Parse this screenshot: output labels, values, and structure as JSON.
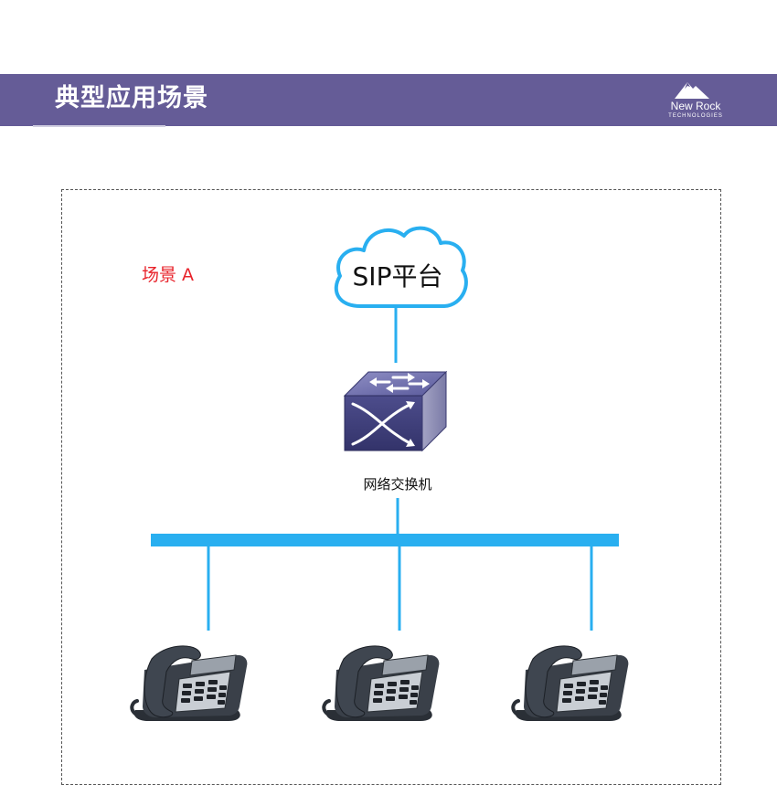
{
  "header": {
    "title": "典型应用场景",
    "logo": {
      "name": "New Rock",
      "subtitle": "TECHNOLOGIES"
    }
  },
  "diagram": {
    "scenario_label": "场景 A",
    "cloud_label": "SIP平台",
    "switch_label": "网络交换机",
    "colors": {
      "line": "#29aff0",
      "header": "#655c97",
      "scenario": "#e8232b",
      "cloud_stroke": "#29aff0"
    },
    "phones": [
      {
        "id": "phone-1",
        "icon": "ip-phone-icon"
      },
      {
        "id": "phone-2",
        "icon": "ip-phone-icon"
      },
      {
        "id": "phone-3",
        "icon": "ip-phone-icon"
      }
    ]
  }
}
